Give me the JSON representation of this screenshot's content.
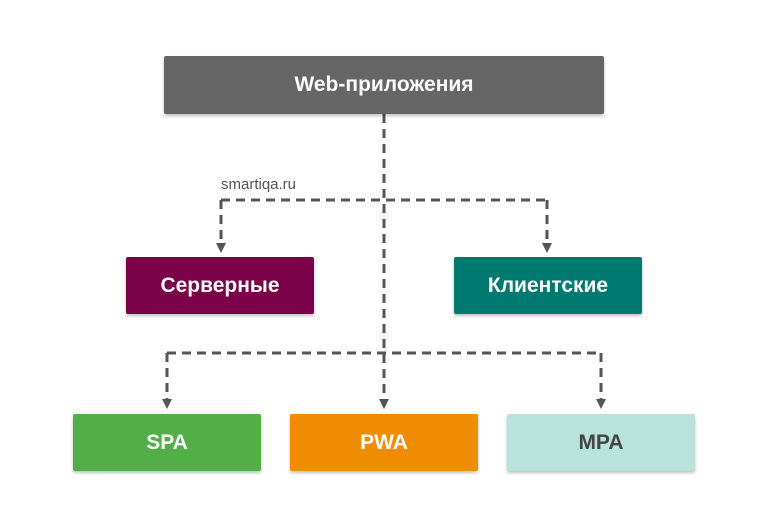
{
  "root": {
    "label": "Web-приложения",
    "color": "#666666"
  },
  "watermark": "smartiqa.ru",
  "types": [
    {
      "label": "Серверные",
      "color": "#7a0048"
    },
    {
      "label": "Клиентские",
      "color": "#007a70"
    }
  ],
  "subtypes": [
    {
      "label": "SPA",
      "color": "#52ae47"
    },
    {
      "label": "PWA",
      "color": "#f08c00"
    },
    {
      "label": "MPA",
      "color": "#b8e2dc",
      "text_color": "#444444"
    }
  ],
  "connector_color": "#555555"
}
